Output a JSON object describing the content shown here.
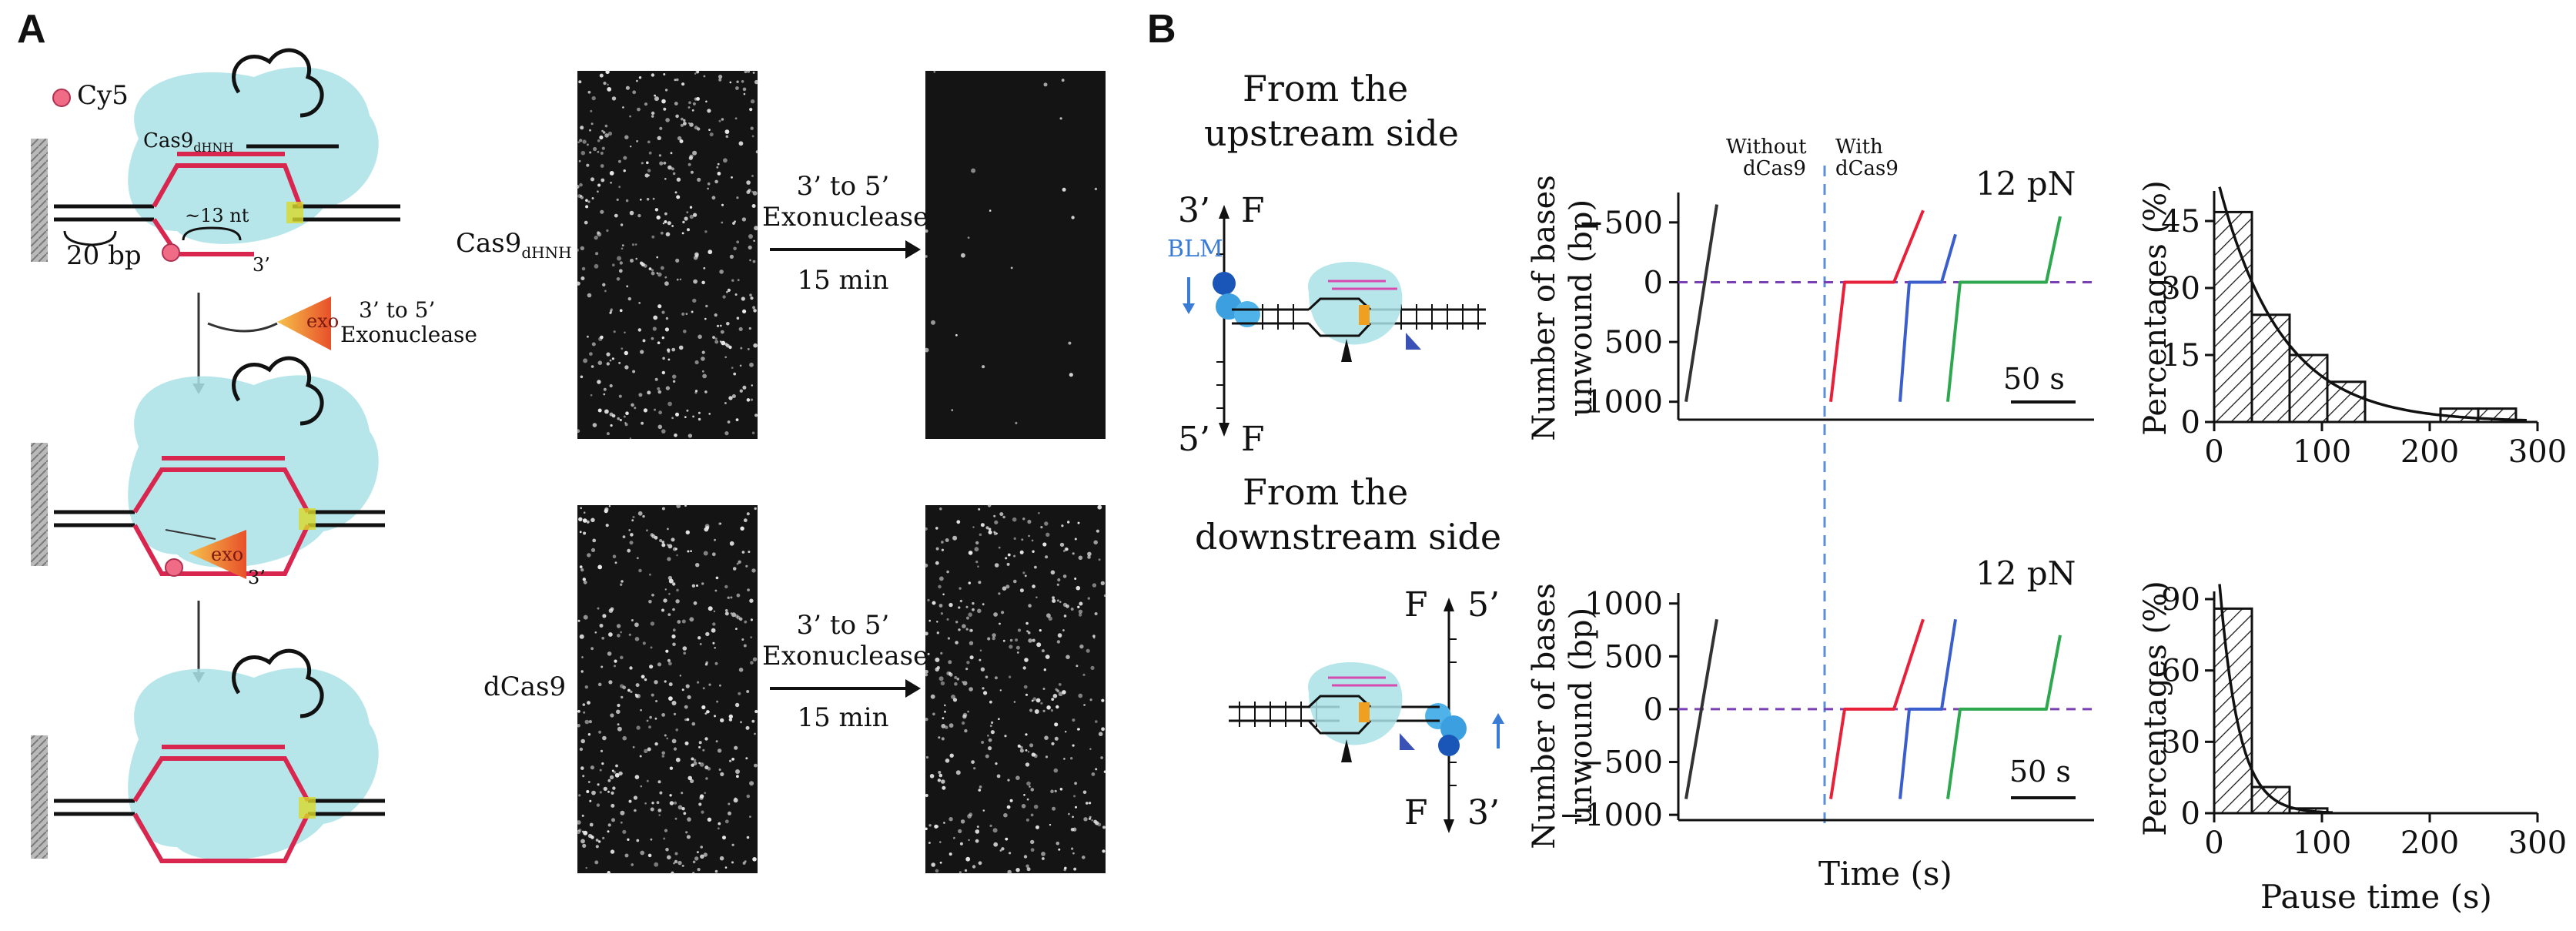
{
  "panel_a": {
    "letter": "A",
    "legend_cy5": "Cy5",
    "cas9_prefix": "Cas9",
    "cas9_sub": "dHNH",
    "gap_label": "~13 nt",
    "bp_label": "20 bp",
    "three_prime": "3’",
    "exo_label": "exo",
    "exo_desc_line1": "3’ to 5’",
    "exo_desc_line2": "Exonuclease",
    "row_label_top_prefix": "Cas9",
    "row_label_top_sub": "dHNH",
    "row_label_bottom": "dCas9",
    "arrow_line1": "3’ to 5’",
    "arrow_line2": "Exonuclease",
    "arrow_time": "15 min"
  },
  "panel_b": {
    "letter": "B",
    "upstream_line1": "From the",
    "upstream_line2": "upstream side",
    "downstream_line1": "From the",
    "downstream_line2": "downstream side",
    "blm_label": "BLM",
    "force_label": "F",
    "three_prime": "3’",
    "five_prime": "5’",
    "without_line1": "Without",
    "without_line2": "dCas9",
    "with_line1": "With",
    "with_line2": "dCas9",
    "force_value": "12 pN",
    "scalebar": "50 s",
    "trace_ylabel_line1": "Number of bases",
    "trace_ylabel_line2": "unwound (bp)",
    "trace_xlabel": "Time (s)",
    "hist_ylabel": "Percentages (%)",
    "hist_xlabel": "Pause time (s)"
  },
  "chart_data": [
    {
      "type": "line",
      "ylabel": "Number of bases unwound (bp)",
      "yticks": [
        -500,
        0,
        500,
        1000
      ],
      "ylim": [
        -750,
        1150
      ],
      "y_inverted": true,
      "annotation": "12 pN",
      "reference_line_y": 0,
      "series": [
        {
          "color": "#333333",
          "points": [
            [
              0,
              1000
            ],
            [
              1,
              -650
            ]
          ]
        },
        {
          "color": "#e8213a",
          "points": [
            [
              0,
              1000
            ],
            [
              1,
              0
            ],
            [
              2,
              0
            ],
            [
              3,
              -600
            ]
          ]
        },
        {
          "color": "#3a5fcd",
          "points": [
            [
              0,
              1000
            ],
            [
              1,
              0
            ],
            [
              2,
              0
            ],
            [
              3,
              -400
            ]
          ]
        },
        {
          "color": "#2ea84e",
          "points": [
            [
              0,
              1000
            ],
            [
              1,
              0
            ],
            [
              2,
              0
            ],
            [
              3,
              -550
            ]
          ]
        }
      ]
    },
    {
      "type": "line",
      "ylabel": "Number of bases unwound (bp)",
      "xlabel": "Time (s)",
      "yticks": [
        1000,
        500,
        0,
        -500,
        -1000
      ],
      "ylim": [
        -1050,
        1100
      ],
      "annotation": "12 pN",
      "reference_line_y": 0,
      "series": [
        {
          "color": "#333333",
          "points": [
            [
              0,
              -850
            ],
            [
              1,
              850
            ]
          ]
        },
        {
          "color": "#e8213a",
          "points": [
            [
              0,
              -850
            ],
            [
              1,
              0
            ],
            [
              2,
              0
            ],
            [
              3,
              850
            ]
          ]
        },
        {
          "color": "#3a5fcd",
          "points": [
            [
              0,
              -850
            ],
            [
              1,
              0
            ],
            [
              2,
              0
            ],
            [
              3,
              850
            ]
          ]
        },
        {
          "color": "#2ea84e",
          "points": [
            [
              0,
              -850
            ],
            [
              1,
              0
            ],
            [
              2,
              0
            ],
            [
              3,
              700
            ]
          ]
        }
      ]
    },
    {
      "type": "bar",
      "ylabel": "Percentages (%)",
      "xlim": [
        0,
        300
      ],
      "xticks": [
        0,
        100,
        200,
        300
      ],
      "ylim": [
        0,
        50
      ],
      "yticks": [
        0,
        15,
        30,
        45
      ],
      "bin_width": 35,
      "bins": [
        [
          0,
          47
        ],
        [
          35,
          24
        ],
        [
          70,
          15
        ],
        [
          105,
          9
        ],
        [
          210,
          3
        ],
        [
          245,
          3
        ]
      ],
      "fit": "exponential"
    },
    {
      "type": "bar",
      "ylabel": "Percentages (%)",
      "xlabel": "Pause time (s)",
      "xlim": [
        0,
        300
      ],
      "xticks": [
        0,
        100,
        200,
        300
      ],
      "ylim": [
        0,
        90
      ],
      "yticks": [
        0,
        30,
        60,
        90
      ],
      "bin_width": 35,
      "bins": [
        [
          0,
          86
        ],
        [
          35,
          11
        ],
        [
          70,
          2
        ]
      ],
      "fit": "exponential"
    }
  ]
}
